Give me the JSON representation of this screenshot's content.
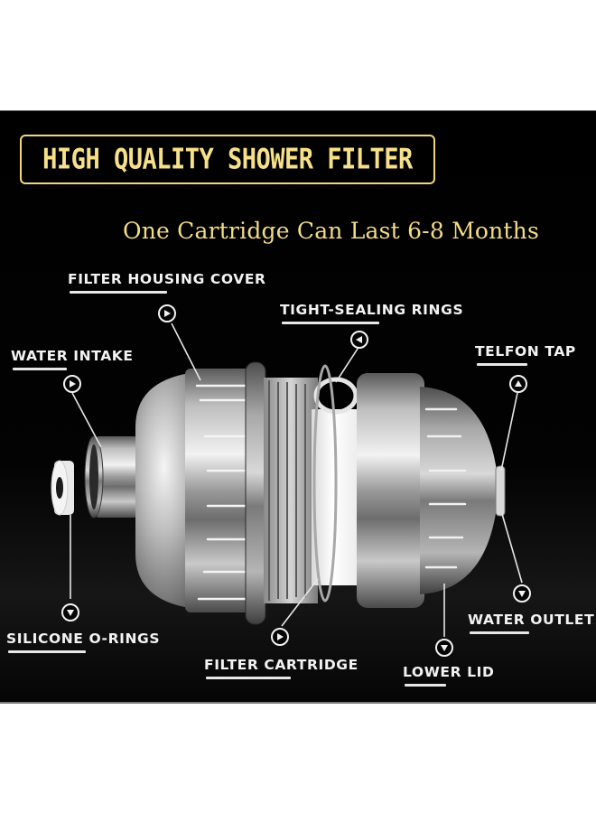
{
  "headline": {
    "title": "HIGH QUALITY SHOWER FILTER",
    "subtitle": "One Cartridge Can Last 6-8 Months",
    "accent_color": "#f6e089"
  },
  "diagram": {
    "subject": "shower filter exploded view",
    "background_color": "#000000",
    "label_color": "#f2f2f2",
    "callouts": [
      {
        "id": "filter-housing-cover",
        "label": "FILTER HOUSING COVER",
        "marker": "arrow-right-icon"
      },
      {
        "id": "tight-sealing-rings",
        "label": "TIGHT-SEALING RINGS",
        "marker": "arrow-left-icon"
      },
      {
        "id": "water-intake",
        "label": "WATER INTAKE",
        "marker": "arrow-right-icon"
      },
      {
        "id": "telfon-tap",
        "label": "TELFON TAP",
        "marker": "arrow-up-icon"
      },
      {
        "id": "water-outlet",
        "label": "WATER OUTLET",
        "marker": "arrow-down-icon"
      },
      {
        "id": "silicone-o-rings",
        "label": "SILICONE O-RINGS",
        "marker": "arrow-down-icon"
      },
      {
        "id": "filter-cartridge",
        "label": "FILTER CARTRIDGE",
        "marker": "arrow-right-icon"
      },
      {
        "id": "lower-lid",
        "label": "LOWER LID",
        "marker": "arrow-down-icon"
      }
    ]
  }
}
